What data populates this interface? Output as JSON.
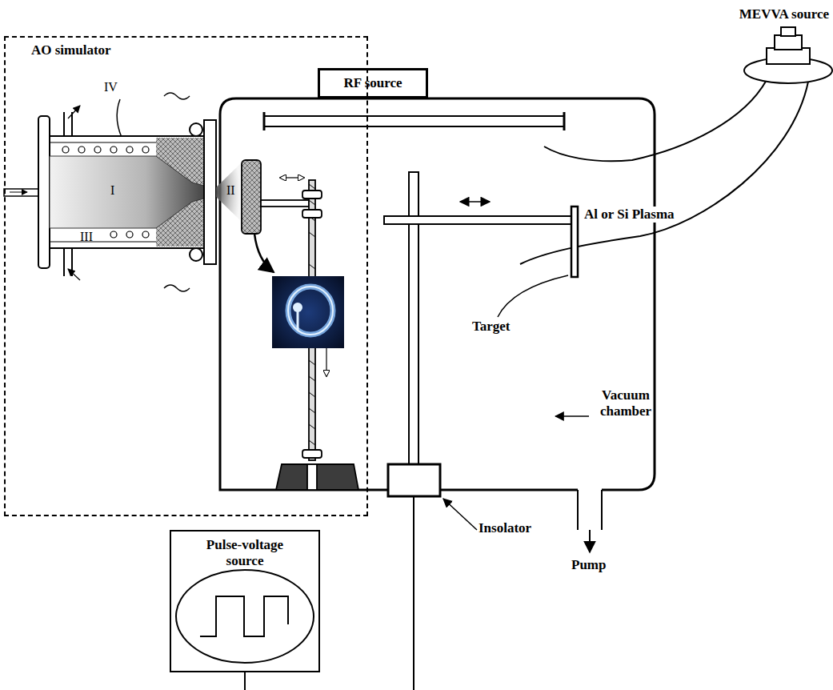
{
  "diagram": {
    "nodes": [
      {
        "text": [
          "RF source"
        ]
      },
      {
        "text": [
          "AO simulator"
        ]
      },
      {
        "text": [
          "Pulse-voltage source"
        ]
      }
    ],
    "labels": [
      "MEVVA source",
      "IV",
      "I",
      "II",
      "III",
      "Al or Si Plasma",
      "Target",
      "Vacuum chamber",
      "Insolator",
      "Pump"
    ]
  }
}
